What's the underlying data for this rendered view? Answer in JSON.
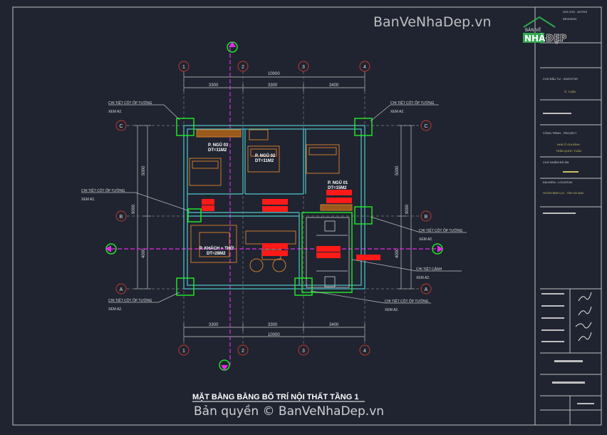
{
  "watermark": {
    "top": "BanVeNhaDep.vn",
    "bottom": "Bản quyền © BanVeNhaDep.vn",
    "logo_line1": "BẢN VẼ",
    "logo_line2": "NHÀ",
    "logo_line3": "ĐẸP"
  },
  "drawing": {
    "title": "MẶT BẰNG BẰNG BỐ TRÍ NỘI THẤT TẦNG 1",
    "axes_numbers": [
      "1",
      "2",
      "3",
      "4"
    ],
    "axes_letters": [
      "C",
      "B",
      "A"
    ],
    "dim_top_total": "10000",
    "dim_top_spans": [
      "3300",
      "3300",
      "3400"
    ],
    "dim_bottom_spans": [
      "3300",
      "3300",
      "3400"
    ],
    "dim_bottom_total": "10000",
    "dim_left": [
      "5000",
      "4000"
    ],
    "dim_right": [
      "5000",
      "4000"
    ],
    "dim_right_total": "9000",
    "dim_left_total": "9000",
    "rooms": [
      {
        "name": "P. NGỦ 03",
        "area": "DT=11M2"
      },
      {
        "name": "P. NGỦ 02",
        "area": "DT=11M2"
      },
      {
        "name": "P. NGỦ 01",
        "area": "DT=15M2"
      },
      {
        "name": "P. KHÁCH + THỜ",
        "area": "DT=28M2"
      }
    ],
    "callouts": [
      {
        "line1": "CHI TIẾT CỘT ỐP TƯỜNG",
        "line2": "XEM A2."
      },
      {
        "line1": "CHI TIẾT CỘT ỐP TƯỜNG",
        "line2": "XEM A2."
      },
      {
        "line1": "CHI TIẾT CỘT ỐP TƯỜNG",
        "line2": "XEM A2."
      },
      {
        "line1": "CHI TIẾT CỘT ỐP TƯỜNG",
        "line2": "XEM A2."
      },
      {
        "line1": "CHI TIẾT CỘT ỐP TƯỜNG",
        "line2": "XEM A2."
      },
      {
        "line1": "CHI TIẾT CỘT ỐP TƯỜNG",
        "line2": "XEM A2."
      },
      {
        "line1": "CHI TIẾT CẢNH",
        "line2": "XEM A2."
      }
    ]
  },
  "titleblock": {
    "rows": [
      "GHI CHÚ - NOTES",
      "REVISION",
      "CHỦ ĐẦU TƯ - INVESTOR",
      "Ô. TUẤN",
      "CÔNG TRÌNH - PROJECT",
      "NHÀ Ở GIA ĐÌNH",
      "CHỦ NHIỆM ĐỒ ÁN",
      "TRẦN QUỐC TUẤN",
      "ĐỊA ĐIỂM - LOCATION",
      "HUYỆN BÌNH LỤC - TỈNH HÀ NAM"
    ]
  },
  "colors": {
    "background": "#1f2430",
    "wall": "#4fc6c9",
    "green": "#22e22a",
    "magenta": "#e22be6",
    "red": "#ff1a1a",
    "dimension": "#c9c9c9",
    "furniture": "#d07a2c"
  }
}
